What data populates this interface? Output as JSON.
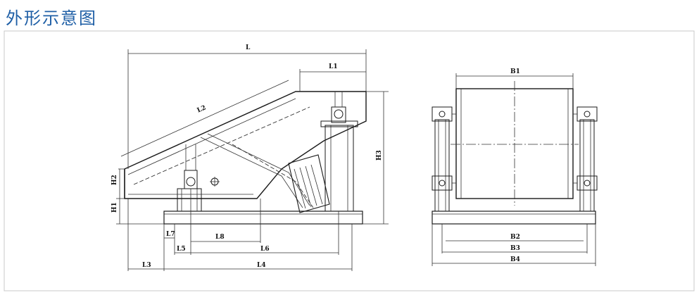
{
  "header": {
    "title": "外形示意图"
  },
  "dimensions": {
    "L": "L",
    "L1": "L1",
    "L2": "L2",
    "L3": "L3",
    "L4": "L4",
    "L5": "L5",
    "L6": "L6",
    "L7": "L7",
    "L8": "L8",
    "H1": "H1",
    "H2": "H2",
    "H3": "H3",
    "B1": "B1",
    "B2": "B2",
    "B3": "B3",
    "B4": "B4"
  }
}
